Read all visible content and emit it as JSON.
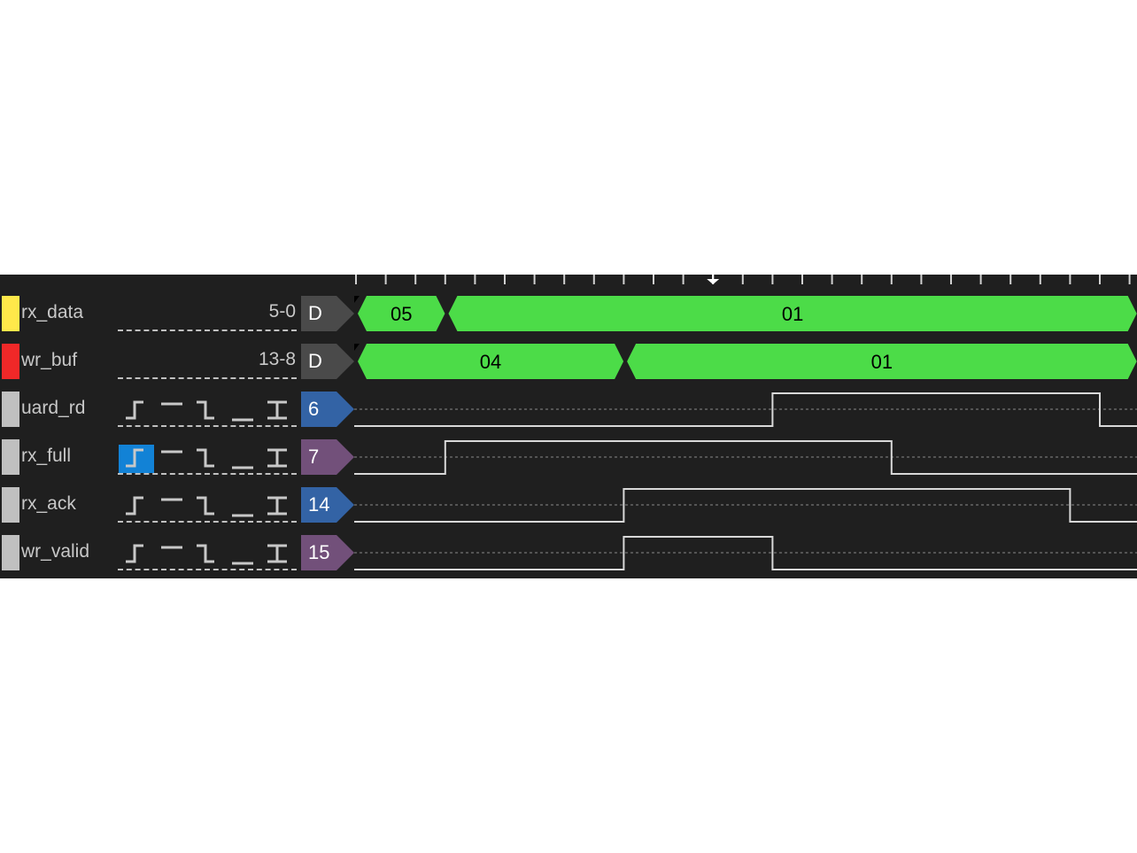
{
  "timeline": {
    "tick_count": 27,
    "cursor_tick": 12,
    "end_tick": 26.3
  },
  "colors": {
    "bus": "#4cdc48",
    "d_tag": "#4a4a4a",
    "blue_tag": "#3363a5",
    "purple_tag": "#72507a",
    "trace": "#d8d8d8"
  },
  "channels": [
    {
      "name": "rx_data",
      "color": "#ffe84a",
      "type": "bus",
      "bits": "5-0",
      "tag": "D",
      "tag_color": "#4a4a4a",
      "segments": [
        {
          "start": 0,
          "end": 3.05,
          "value": "05"
        },
        {
          "start": 3.05,
          "end": 26.3,
          "value": "01"
        }
      ]
    },
    {
      "name": "wr_buf",
      "color": "#f02828",
      "type": "bus",
      "bits": "13-8",
      "tag": "D",
      "tag_color": "#4a4a4a",
      "segments": [
        {
          "start": 0,
          "end": 9.05,
          "value": "04"
        },
        {
          "start": 9.05,
          "end": 26.3,
          "value": "01"
        }
      ]
    },
    {
      "name": "uard_rd",
      "color": "#c0c0c0",
      "type": "bit",
      "tag": "6",
      "tag_color": "#3363a5",
      "selected_trigger": -1,
      "edges": [
        0,
        14,
        25
      ],
      "initial": 0
    },
    {
      "name": "rx_full",
      "color": "#c0c0c0",
      "type": "bit",
      "tag": "7",
      "tag_color": "#72507a",
      "selected_trigger": 0,
      "edges": [
        0,
        3,
        18
      ],
      "initial": 0
    },
    {
      "name": "rx_ack",
      "color": "#c0c0c0",
      "type": "bit",
      "tag": "14",
      "tag_color": "#3363a5",
      "selected_trigger": -1,
      "edges": [
        0,
        9,
        24
      ],
      "initial": 0
    },
    {
      "name": "wr_valid",
      "color": "#c0c0c0",
      "type": "bit",
      "tag": "15",
      "tag_color": "#72507a",
      "selected_trigger": -1,
      "edges": [
        0,
        9,
        14
      ],
      "initial": 0
    }
  ],
  "trigger_icons": [
    "rising-edge-icon",
    "high-level-icon",
    "falling-edge-icon",
    "low-level-icon",
    "either-edge-icon"
  ]
}
